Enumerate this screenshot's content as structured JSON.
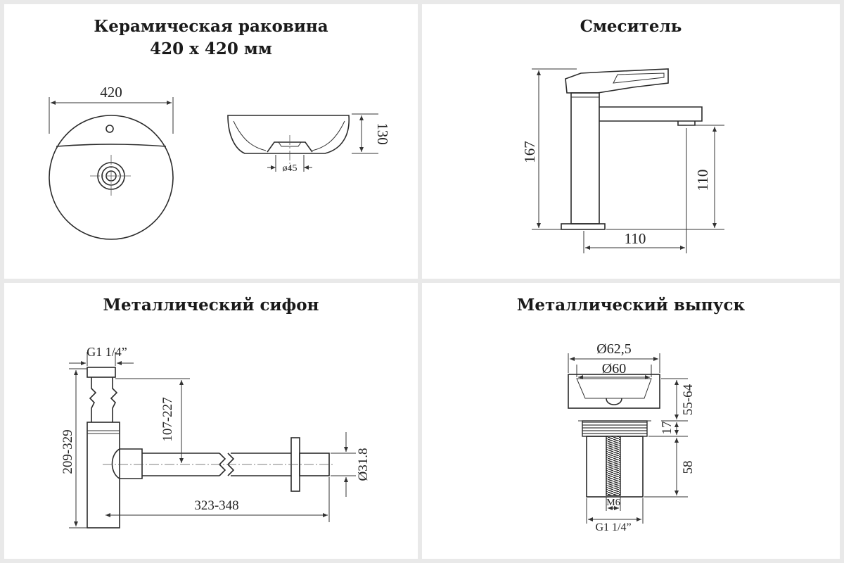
{
  "panels": {
    "sink": {
      "title_line1": "Керамическая раковина",
      "title_line2": "420 x 420 мм",
      "dim_width": "420",
      "dim_height": "130",
      "dim_drain": "ø45"
    },
    "faucet": {
      "title": "Смеситель",
      "dim_height": "167",
      "dim_spout_height": "110",
      "dim_reach": "110"
    },
    "siphon": {
      "title": "Металлический сифон",
      "dim_thread": "G1 1/4”",
      "dim_total_height": "209-329",
      "dim_outlet_height": "107-227",
      "dim_length": "323-348",
      "dim_pipe": "Ø31.8"
    },
    "drain": {
      "title": "Металлический выпуск",
      "dim_outer": "Ø62,5",
      "dim_inner": "Ø60",
      "dim_adjust": "55-64",
      "dim_flange": "17",
      "dim_body": "58",
      "dim_bolt": "M6",
      "dim_thread": "G1 1/4”"
    }
  }
}
